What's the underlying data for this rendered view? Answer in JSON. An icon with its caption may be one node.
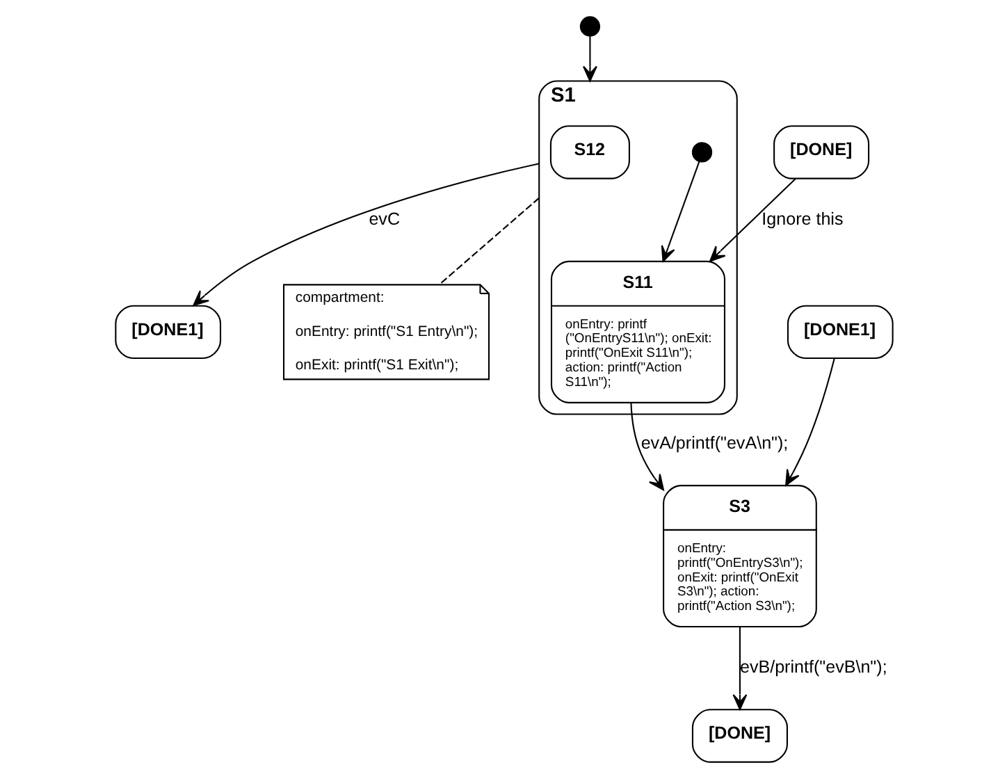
{
  "diagram": {
    "nodes": [
      {
        "text": [],
        "shape": "circle"
      },
      {
        "text": [
          "S1"
        ]
      },
      {
        "text": [],
        "shape": "circle",
        "in": 1
      },
      {
        "text": [
          "S11",
          "onEntry: printf (\"OnEntryS11\\n\"); onExit: printf(\"OnExit S11\\n\"); action: printf(\"Action S11\\n\");"
        ],
        "in": 1
      },
      {
        "text": [
          "S12"
        ],
        "in": 1
      },
      {
        "text": [
          "[DONE1]"
        ]
      },
      {
        "text": [
          "[DONE1]"
        ]
      },
      {
        "text": [
          "S3",
          "onEntry: printf(\"OnEntryS3\\n\"); onExit: printf(\"OnExit S3\\n\"); action: printf(\"Action S3\\n\");"
        ]
      },
      {
        "text": [
          "[DONE]"
        ]
      },
      {
        "text": [
          "[DONE]"
        ]
      },
      {
        "text": [
          "compartment:",
          "onEntry: printf(\"S1 Entry\\n\");",
          "onExit: printf(\"S1 Exit\\n\");"
        ]
      }
    ],
    "edges": [
      {
        "from": 0,
        "to": 1,
        "arrow": "to"
      },
      {
        "from": 2,
        "to": 3,
        "arrow": "to"
      },
      {
        "from": 1,
        "to": 5,
        "arrow": "to",
        "label": "evC"
      },
      {
        "from": 3,
        "to": 7,
        "arrow": "to",
        "label": "evA/printf(\"evA\\n\");"
      },
      {
        "from": 8,
        "to": 3,
        "arrow": "to",
        "label": "Ignore this"
      },
      {
        "from": 6,
        "to": 7,
        "arrow": "to"
      },
      {
        "from": 7,
        "to": 9,
        "arrow": "to",
        "label": "evB/printf(\"evB\\n\");"
      },
      {
        "from": 1,
        "to": 10,
        "arrow": "none",
        "style": "dashed"
      }
    ]
  }
}
